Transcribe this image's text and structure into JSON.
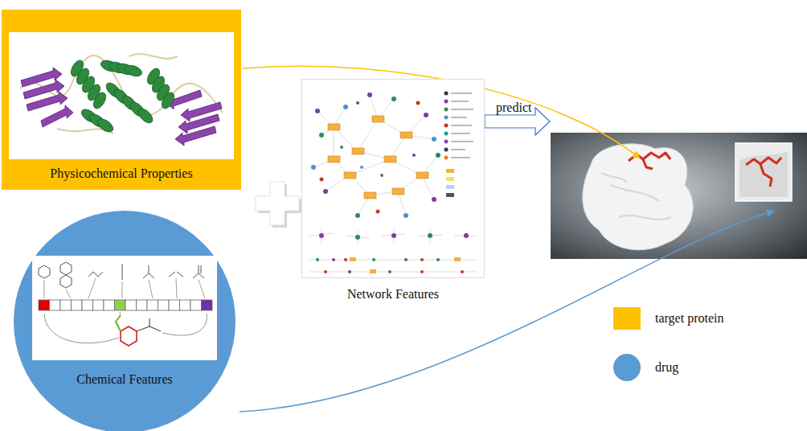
{
  "diagram": {
    "nodes": [
      {
        "text": [
          "Physicochemical Properties"
        ]
      },
      {
        "text": [
          "Chemical Features"
        ]
      },
      {
        "text": [
          "Network Features"
        ]
      }
    ],
    "labels": [
      "predict"
    ],
    "legend": [
      {
        "text": "target protein",
        "color": "#FFC000"
      },
      {
        "text": "drug",
        "color": "#5B9BD5"
      }
    ]
  }
}
